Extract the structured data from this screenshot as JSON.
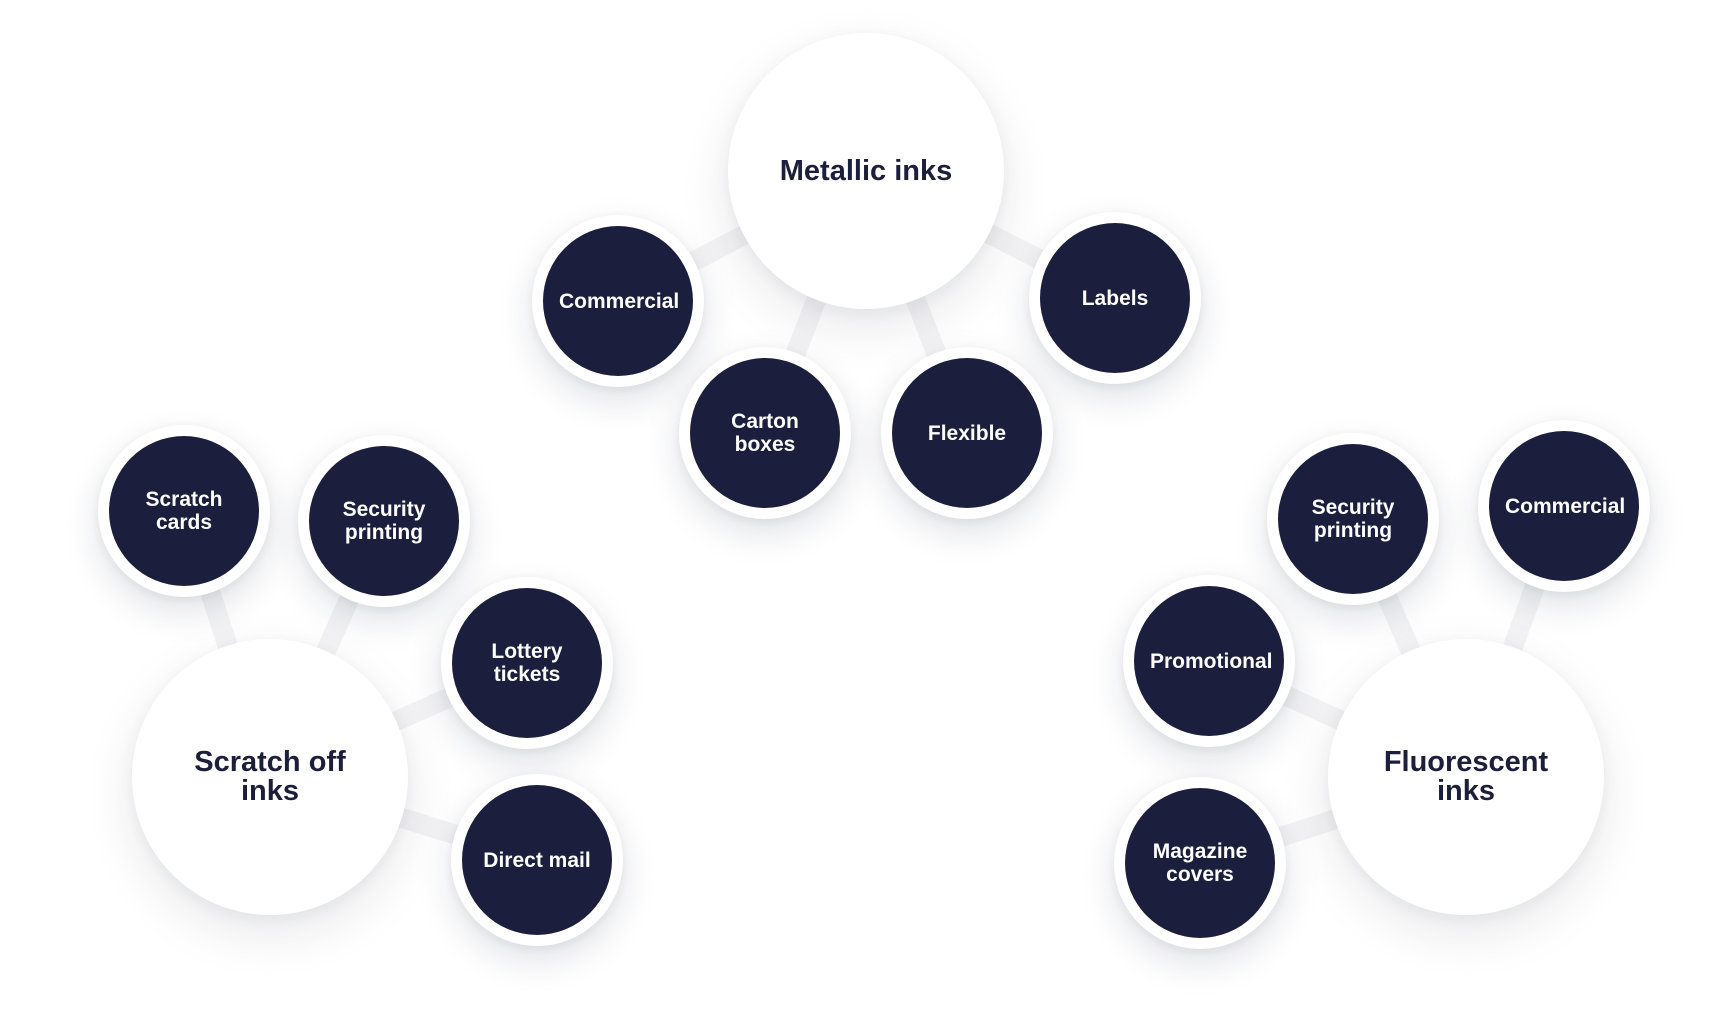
{
  "diagram": {
    "groups": [
      {
        "id": "metallic",
        "hub_label": "Metallic inks",
        "leaves": [
          "Commercial",
          "Carton boxes",
          "Flexible",
          "Labels"
        ]
      },
      {
        "id": "scratch",
        "hub_label": "Scratch off inks",
        "leaves": [
          "Scratch cards",
          "Security printing",
          "Lottery tickets",
          "Direct mail"
        ]
      },
      {
        "id": "fluorescent",
        "hub_label": "Fluorescent inks",
        "leaves": [
          "Commercial",
          "Security printing",
          "Promotional",
          "Magazine covers"
        ]
      }
    ],
    "colors": {
      "leaf_fill": "#1b1f3d",
      "leaf_text": "#ffffff",
      "hub_fill": "#ffffff",
      "hub_text": "#1c1f3b",
      "connector": "#f3f3f5"
    }
  }
}
